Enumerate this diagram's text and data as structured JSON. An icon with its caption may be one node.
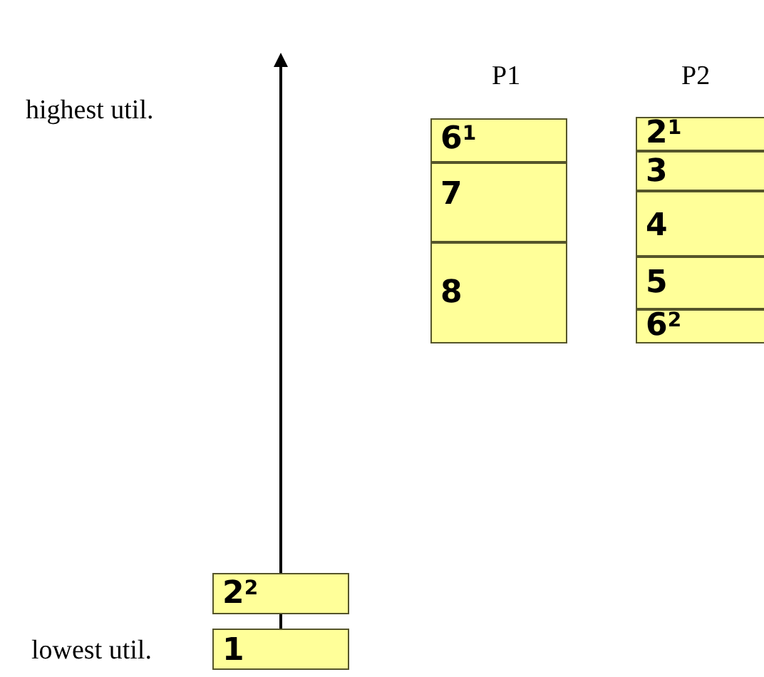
{
  "diagram": {
    "nodes": [
      {
        "text": [
          "6$^{1}$"
        ]
      },
      {
        "text": [
          "7"
        ]
      },
      {
        "text": [
          "8"
        ]
      },
      {
        "text": [
          "2$^{1}$"
        ]
      },
      {
        "text": [
          "3"
        ]
      },
      {
        "text": [
          "4"
        ]
      },
      {
        "text": [
          "5"
        ]
      },
      {
        "text": [
          "6$^{2}$"
        ]
      },
      {
        "text": [
          "2$^{2}$"
        ]
      },
      {
        "text": [
          "1"
        ]
      }
    ],
    "labels": [
      "P1",
      "P2",
      "highest util.",
      "lowest util."
    ]
  }
}
